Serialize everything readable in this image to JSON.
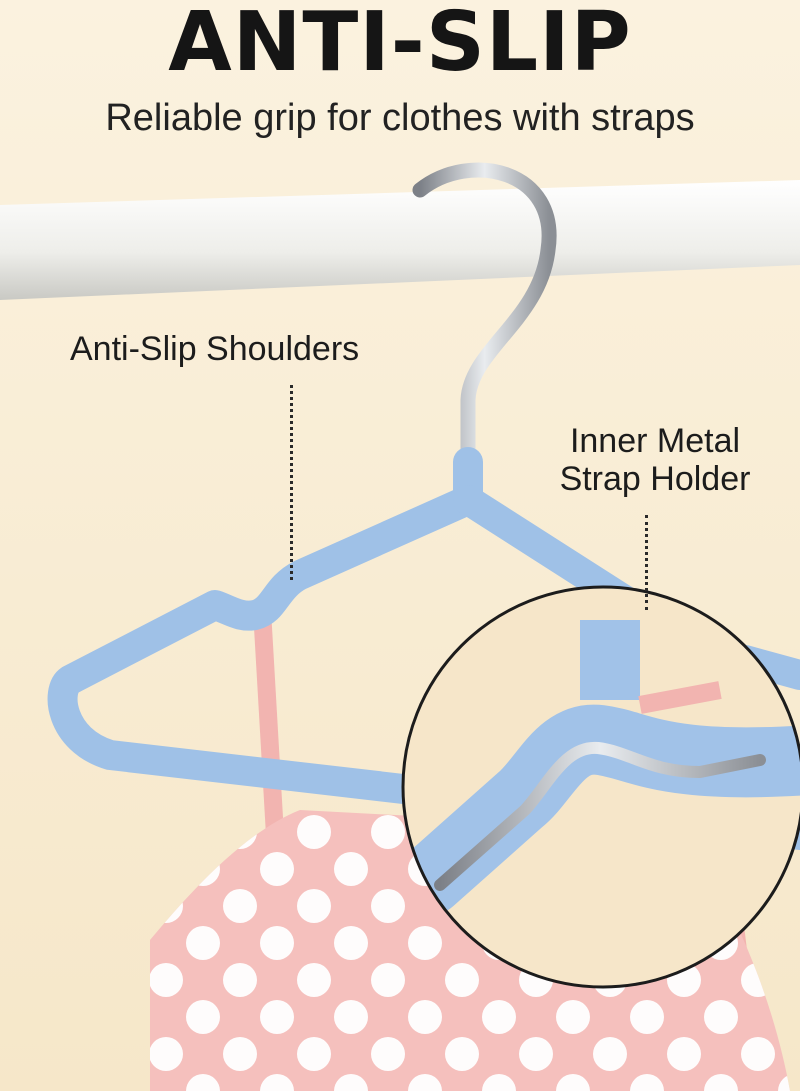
{
  "header": {
    "title": "ANTI-SLIP",
    "subtitle": "Reliable grip for clothes with straps"
  },
  "callouts": {
    "shoulders": "Anti-Slip Shoulders",
    "strap_holder_line1": "Inner Metal",
    "strap_holder_line2": "Strap Holder"
  },
  "colors": {
    "background": "#f8ecd3",
    "hanger": "#9ec0e6",
    "hook": "#b8bcc2",
    "rod": "#f1f1ee",
    "garment": "#f4b9b8",
    "dots": "#ffffff"
  },
  "icons": [
    "hanger-illustration",
    "magnifier-circle"
  ]
}
